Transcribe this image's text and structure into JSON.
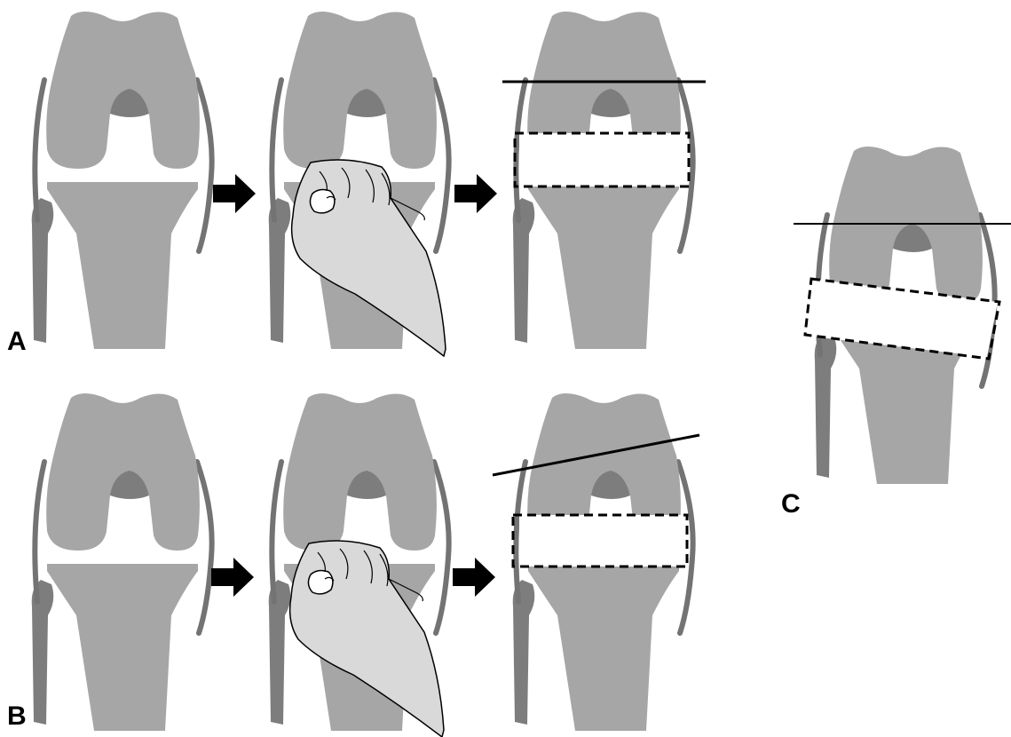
{
  "figure": {
    "panels": [
      {
        "id": "A",
        "label": "A",
        "steps": [
          "knee-joint",
          "knee-joint-with-fist-distraction",
          "knee-joint-with-resection-guides"
        ],
        "femoral_cut": "perpendicular"
      },
      {
        "id": "B",
        "label": "B",
        "steps": [
          "knee-joint",
          "knee-joint-with-fist-distraction",
          "knee-joint-with-resection-guides"
        ],
        "femoral_cut": "angled"
      },
      {
        "id": "C",
        "label": "C",
        "steps": [
          "knee-joint-with-tilted-resection-block"
        ],
        "femoral_cut": "perpendicular"
      }
    ],
    "colors": {
      "bone": "#a6a6a6",
      "notch": "#7d7d7d",
      "fibula": "#7d7d7d",
      "ligament": "#737373",
      "hand_fill": "#d9d9d9",
      "outline": "#000000",
      "background": "#ffffff"
    },
    "icons": [
      "right-arrow-icon",
      "fist-icon"
    ]
  }
}
